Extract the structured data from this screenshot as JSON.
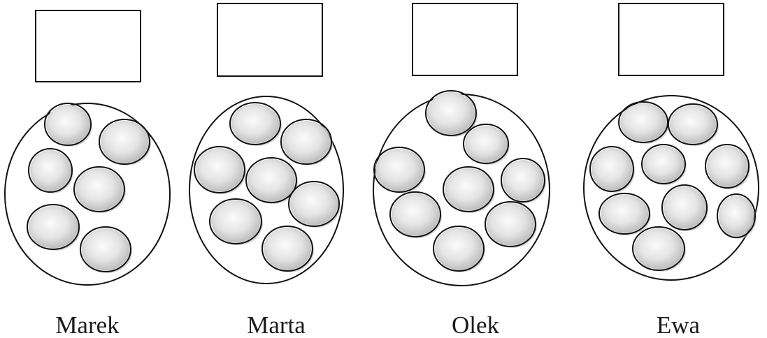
{
  "groups": [
    {
      "name": "Marek",
      "ball_count": 6
    },
    {
      "name": "Marta",
      "ball_count": 7
    },
    {
      "name": "Olek",
      "ball_count": 8
    },
    {
      "name": "Ewa",
      "ball_count": 9
    }
  ],
  "colors": {
    "ink": "#111111",
    "ball_fill": "#e6e6e6",
    "ball_shade": "#b8b8b8"
  }
}
